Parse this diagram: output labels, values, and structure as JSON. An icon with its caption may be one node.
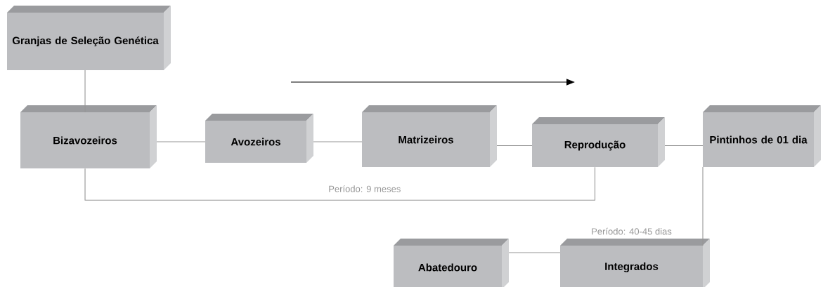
{
  "diagram": {
    "nodes": [
      {
        "text": [
          "Granjas de Seleção Genética"
        ]
      },
      {
        "text": [
          "Bizavozeiros"
        ]
      },
      {
        "text": [
          "Avozeiros"
        ]
      },
      {
        "text": [
          "Matrizeiros"
        ]
      },
      {
        "text": [
          "Reprodução"
        ]
      },
      {
        "text": [
          "Pintinhos de 01 dia"
        ]
      },
      {
        "text": [
          "Abatedouro"
        ]
      },
      {
        "text": [
          "Integrados"
        ],
        "beside": [
          "Período: 40-45 dias"
        ]
      }
    ],
    "edges": [
      {
        "from": 0,
        "to": 1,
        "arrow": "none"
      },
      {
        "from": 1,
        "to": 2,
        "arrow": "none"
      },
      {
        "from": 2,
        "to": 3,
        "arrow": "none"
      },
      {
        "from": 3,
        "to": 4,
        "arrow": "none"
      },
      {
        "from": 4,
        "to": 5,
        "arrow": "none"
      },
      {
        "from": 1,
        "to": 4,
        "arrow": "none",
        "label": "Período: 9 meses"
      },
      {
        "from": 5,
        "to": 7,
        "arrow": "none"
      },
      {
        "from": 7,
        "to": 6,
        "arrow": "none"
      }
    ]
  }
}
